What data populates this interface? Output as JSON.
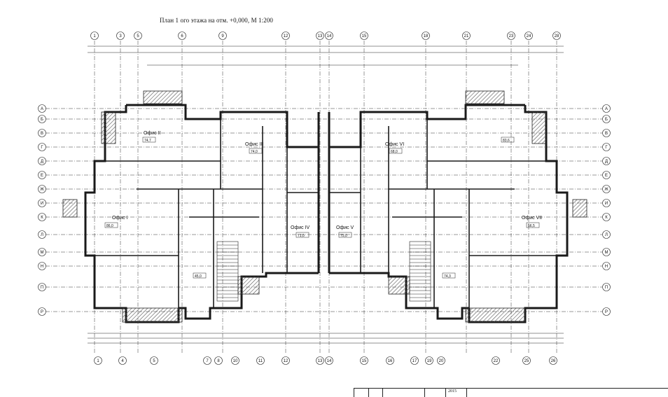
{
  "drawing": {
    "title": "План 1 ого этажа на отм. +0,000,  М 1:200",
    "axes_top": [
      "1",
      "3",
      "5",
      "6",
      "9",
      "12",
      "13",
      "14",
      "15",
      "18",
      "21",
      "23",
      "24",
      "28"
    ],
    "axes_bottom": [
      "1",
      "4",
      "5",
      "7",
      "8",
      "10",
      "11",
      "12",
      "13",
      "14",
      "15",
      "16",
      "17",
      "19",
      "20",
      "22",
      "25",
      "26"
    ],
    "axes_left": [
      "А",
      "Б",
      "В",
      "Г",
      "Д",
      "Е",
      "Ж",
      "И",
      "К",
      "Л",
      "М",
      "Н",
      "П",
      "Р"
    ],
    "offices": [
      "Офис I",
      "Офис II",
      "Офис III",
      "Офис IV",
      "Офис V",
      "Офис VI",
      "Офис VII"
    ],
    "room_tags": [
      "74,7",
      "86,0",
      "74,0",
      "71,0",
      "75,0",
      "68,0",
      "56,5",
      "83,6",
      "45,0",
      "74,3"
    ],
    "stamp_year": "2015",
    "colors": {
      "line": "#1a1a1a",
      "hatch": "#555555",
      "paper": "#ffffff"
    }
  }
}
